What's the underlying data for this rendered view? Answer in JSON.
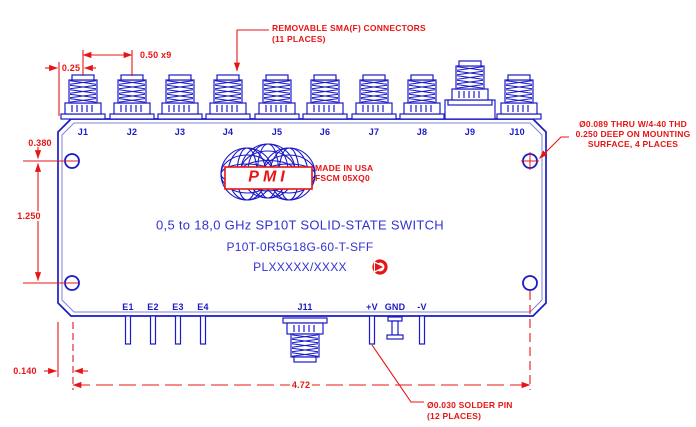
{
  "colors": {
    "line_blue": "#1a1ac8",
    "text_blue": "#3232d4",
    "red": "#e81414"
  },
  "header_annotations": {
    "sma_connectors": {
      "line1": "REMOVABLE SMA(F) CONNECTORS",
      "line2": "(11 PLACES)"
    },
    "mounting_holes": {
      "line1": "Ø0.089 THRU W/4-40 THD",
      "line2": "0.250 DEEP ON MOUNTING",
      "line3": "SURFACE, 4 PLACES"
    },
    "solder_pins": {
      "line1": "Ø0.030 SOLDER PIN",
      "line2": "(12 PLACES)"
    }
  },
  "dimensions": {
    "connector_offset": "0.25",
    "connector_pitch": "0.50  x9",
    "hole_offset_top": "0.380",
    "hole_spacing": "1.250",
    "pin_offset": "0.140",
    "overall_width": "4.72"
  },
  "logo": {
    "brand": "PMI",
    "made_in": "MADE IN USA",
    "fscm": "FSCM 05XQ0"
  },
  "device": {
    "title": "0,5 to 18,0 GHz SP10T SOLID-STATE SWITCH",
    "part_number": "P10T-0R5G18G-60-T-SFF",
    "pl_number": "PLXXXXX/XXXX"
  },
  "top_connectors": [
    "J1",
    "J2",
    "J3",
    "J4",
    "J5",
    "J6",
    "J7",
    "J8",
    "J9",
    "J10"
  ],
  "bottom_pins": [
    "E1",
    "E2",
    "E3",
    "E4"
  ],
  "bottom_connector": "J11",
  "power_pins": [
    "+V",
    "GND",
    "-V"
  ]
}
